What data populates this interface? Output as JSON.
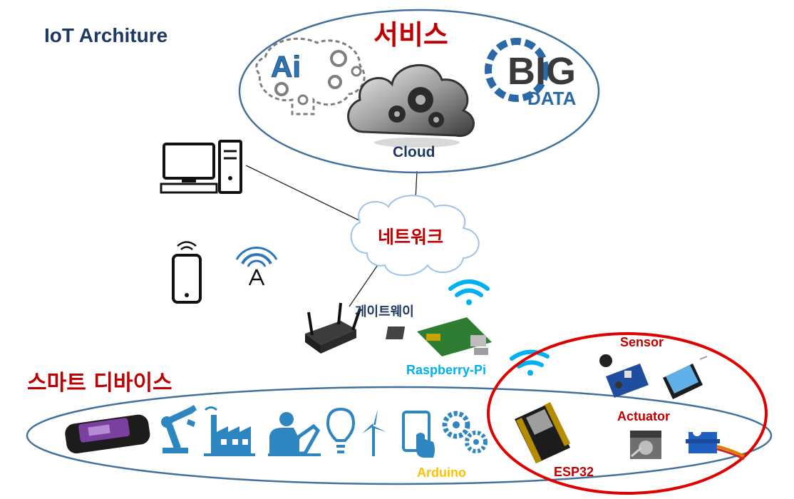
{
  "title": "IoT Architure",
  "service_label": "서비스",
  "cloud_label": "Cloud",
  "network_label": "네트워크",
  "gateway_label": "게이트웨이",
  "raspberry_label": "Raspberry-Pi",
  "smart_device_label": "스마트 디바이스",
  "arduino_label": "Arduino",
  "esp32_label": "ESP32",
  "sensor_label": "Sensor",
  "actuator_label": "Actuator",
  "ai_logo_text": "Ai",
  "bigdata_logo_text": {
    "line1": "BIG",
    "line2": "DATA"
  },
  "colors": {
    "title": "#1f3864",
    "accent_red": "#c00000",
    "ellipse_stroke": "#41719c",
    "device_icon": "#2e86c1",
    "wifi": "#00b0f0",
    "arduino_yellow": "#ffc000",
    "highlight_red": "#e00000"
  },
  "icons": [
    "ai-brain-icon",
    "cloud-gear-icon",
    "bigdata-gear-icon",
    "desktop-computer-icon",
    "smartphone-icon",
    "antenna-tower-icon",
    "gateway-router-icon",
    "raspberry-pi-board-icon",
    "wifi-icon",
    "smart-band-icon",
    "robot-arm-icon",
    "factory-icon",
    "person-laptop-icon",
    "lightbulb-icon",
    "wind-turbine-icon",
    "tablet-touch-icon",
    "gears-icon",
    "esp32-board-icon",
    "sound-sensor-icon",
    "temperature-sensor-icon",
    "stepper-motor-icon",
    "servo-motor-icon"
  ]
}
